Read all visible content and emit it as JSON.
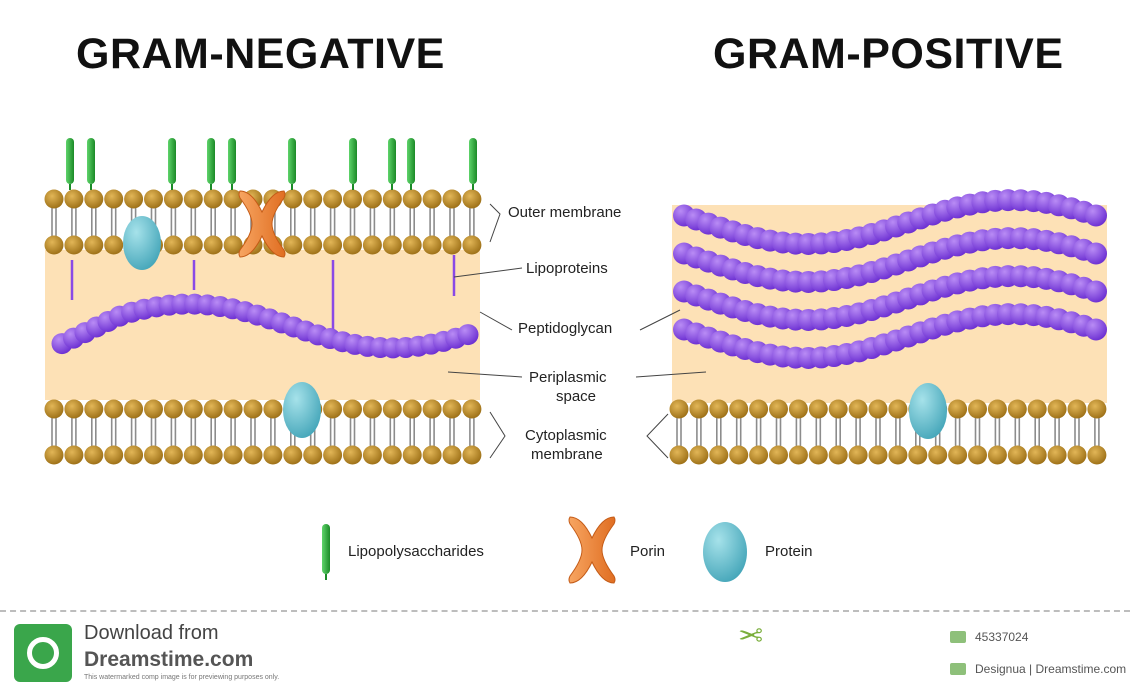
{
  "titles": {
    "gram_negative": "GRAM-NEGATIVE",
    "gram_positive": "GRAM-POSITIVE"
  },
  "labels": {
    "outer_membrane": "Outer membrane",
    "lipoproteins": "Lipoproteins",
    "peptidoglycan": "Peptidoglycan",
    "periplasmic_1": "Periplasmic",
    "periplasmic_2": "space",
    "cytoplasmic_1": "Cytoplasmic",
    "cytoplasmic_2": "membrane"
  },
  "legend": {
    "lps": "Lipopolysaccharides",
    "porin": "Porin",
    "protein": "Protein"
  },
  "footer": {
    "download_from": "Download from",
    "site": "Dreamstime.com",
    "fine_print": "This watermarked comp image is for previewing purposes only.",
    "image_id": "45337024",
    "credit": "Designua | Dreamstime.com"
  },
  "colors": {
    "head": "#b5851f",
    "tail": "#9a9a9a",
    "periplasm": "#fde1b6",
    "peptidoglycan": "#8a49e6",
    "protein": "#5bbccc",
    "porin": "#f28a3c",
    "lps": "#26a233",
    "lipoprotein": "#8a49e6"
  }
}
